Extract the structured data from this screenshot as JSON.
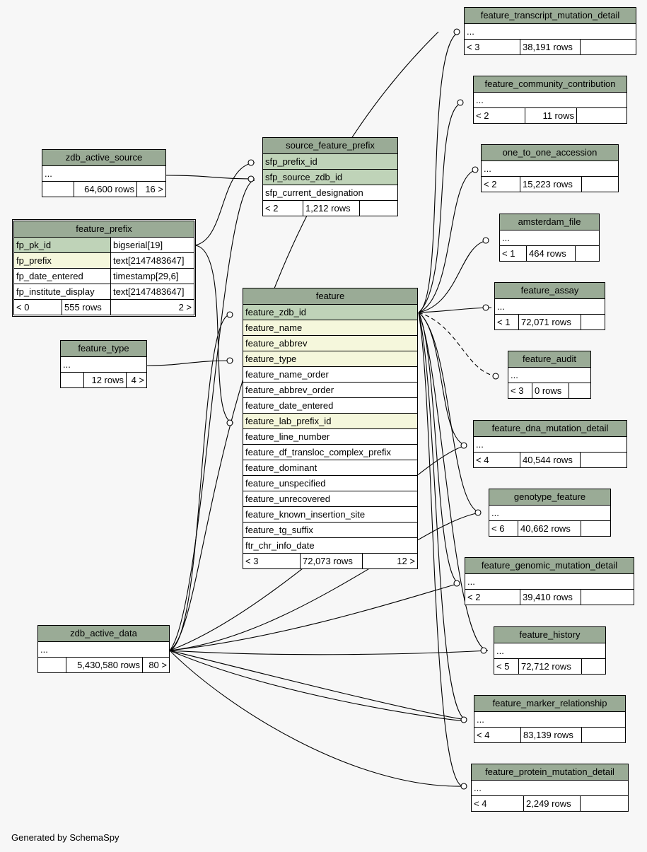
{
  "footer": "Generated by SchemaSpy",
  "tables": {
    "ftmd": {
      "name": "feature_transcript_mutation_detail",
      "rows": [
        "..."
      ],
      "stats": [
        "< 3",
        "38,191 rows",
        ""
      ]
    },
    "fcc": {
      "name": "feature_community_contribution",
      "rows": [
        "..."
      ],
      "stats": [
        "< 2",
        "11 rows",
        ""
      ]
    },
    "otoa": {
      "name": "one_to_one_accession",
      "rows": [
        "..."
      ],
      "stats": [
        "< 2",
        "15,223 rows",
        ""
      ]
    },
    "af": {
      "name": "amsterdam_file",
      "rows": [
        "..."
      ],
      "stats": [
        "< 1",
        "464 rows",
        ""
      ]
    },
    "fa": {
      "name": "feature_assay",
      "rows": [
        "..."
      ],
      "stats": [
        "< 1",
        "72,071 rows",
        ""
      ]
    },
    "fau": {
      "name": "feature_audit",
      "rows": [
        "..."
      ],
      "stats": [
        "< 3",
        "0 rows",
        ""
      ]
    },
    "fdmd": {
      "name": "feature_dna_mutation_detail",
      "rows": [
        "..."
      ],
      "stats": [
        "< 4",
        "40,544 rows",
        ""
      ]
    },
    "gf": {
      "name": "genotype_feature",
      "rows": [
        "..."
      ],
      "stats": [
        "< 6",
        "40,662 rows",
        ""
      ]
    },
    "fgmd": {
      "name": "feature_genomic_mutation_detail",
      "rows": [
        "..."
      ],
      "stats": [
        "< 2",
        "39,410 rows",
        ""
      ]
    },
    "fh": {
      "name": "feature_history",
      "rows": [
        "..."
      ],
      "stats": [
        "< 5",
        "72,712 rows",
        ""
      ]
    },
    "fmr": {
      "name": "feature_marker_relationship",
      "rows": [
        "..."
      ],
      "stats": [
        "< 4",
        "83,139 rows",
        ""
      ]
    },
    "fpmd": {
      "name": "feature_protein_mutation_detail",
      "rows": [
        "..."
      ],
      "stats": [
        "< 4",
        "2,249 rows",
        ""
      ]
    },
    "zas": {
      "name": "zdb_active_source",
      "rows": [
        "..."
      ],
      "stats": [
        "",
        "64,600 rows",
        "16 >"
      ]
    },
    "sfp": {
      "name": "source_feature_prefix",
      "rows": [
        "sfp_prefix_id",
        "sfp_source_zdb_id",
        "sfp_current_designation"
      ],
      "stats": [
        "< 2",
        "1,212 rows",
        ""
      ]
    },
    "fp": {
      "name": "feature_prefix",
      "rows": [
        [
          "fp_pk_id",
          "bigserial[19]"
        ],
        [
          "fp_prefix",
          "text[2147483647]"
        ],
        [
          "fp_date_entered",
          "timestamp[29,6]"
        ],
        [
          "fp_institute_display",
          "text[2147483647]"
        ]
      ],
      "stats": [
        "< 0",
        "555 rows",
        "2 >"
      ]
    },
    "ft": {
      "name": "feature_type",
      "rows": [
        "..."
      ],
      "stats": [
        "",
        "12 rows",
        "4 >"
      ]
    },
    "feature": {
      "name": "feature",
      "rows": [
        "feature_zdb_id",
        "feature_name",
        "feature_abbrev",
        "feature_type",
        "feature_name_order",
        "feature_abbrev_order",
        "feature_date_entered",
        "feature_lab_prefix_id",
        "feature_line_number",
        "feature_df_transloc_complex_prefix",
        "feature_dominant",
        "feature_unspecified",
        "feature_unrecovered",
        "feature_known_insertion_site",
        "feature_tg_suffix",
        "ftr_chr_info_date"
      ],
      "stats": [
        "< 3",
        "72,073 rows",
        "12 >"
      ]
    },
    "zad": {
      "name": "zdb_active_data",
      "rows": [
        "..."
      ],
      "stats": [
        "",
        "5,430,580 rows",
        "80 >"
      ]
    }
  }
}
